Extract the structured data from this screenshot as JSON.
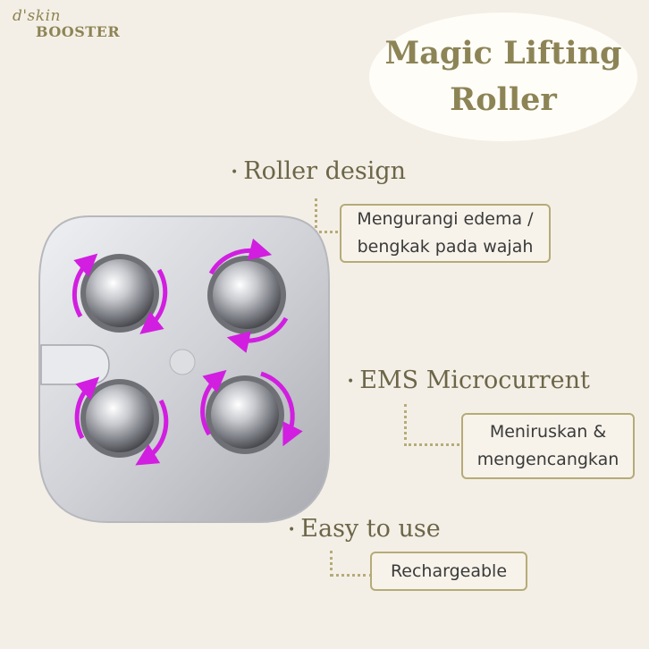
{
  "brand": {
    "script": "d'skin",
    "name": "BOOSTER"
  },
  "title": {
    "line1": "Magic Lifting",
    "line2": "Roller"
  },
  "features": [
    {
      "heading": "Roller design",
      "desc_lines": [
        "Mengurangi edema /",
        "bengkak pada wajah"
      ]
    },
    {
      "heading": "EMS Microcurrent",
      "desc_lines": [
        "Meniruskan &",
        "mengencangkan"
      ]
    },
    {
      "heading": "Easy to use",
      "desc_lines": [
        "Rechargeable"
      ]
    }
  ],
  "colors": {
    "background": "#f4efe6",
    "accent_olive": "#8d8456",
    "arrow_magenta": "#d21ee0",
    "device_silver": "#d4d5d9"
  }
}
